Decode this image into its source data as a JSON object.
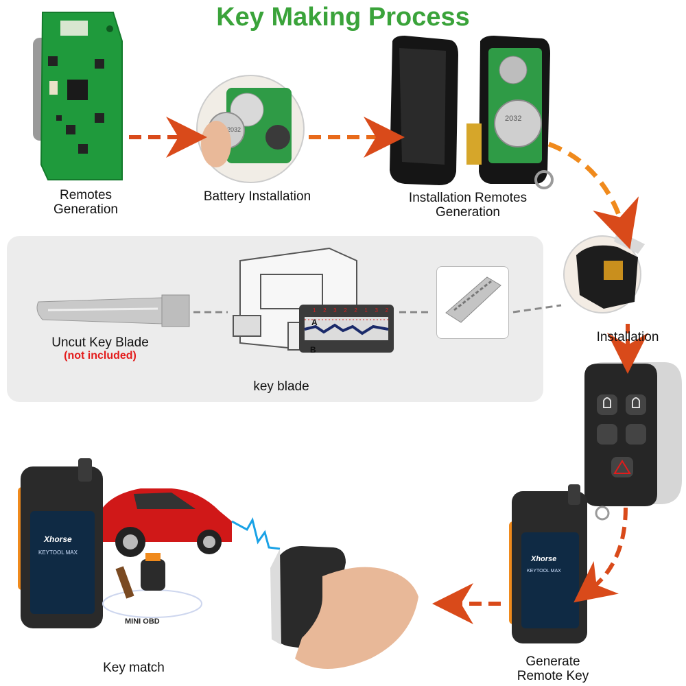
{
  "title": "Key Making Process",
  "steps": {
    "remotes_generation": [
      "Remotes",
      "Generation"
    ],
    "battery_installation": "Battery Installation",
    "installation_remotes_generation": [
      "Installation Remotes",
      "Generation"
    ],
    "installation": "Installation",
    "uncut_key_blade": "Uncut Key  Blade",
    "not_included": "(not included)",
    "key_blade": "key blade",
    "generate_remote_key": [
      "Generate",
      "Remote Key"
    ],
    "key_match": "Key match"
  },
  "device": {
    "brand": "Xhorse",
    "model": "KEYTOOL MAX",
    "adapter": "MINI OBD"
  },
  "blade_chart": {
    "row_a": "A",
    "row_b": "B",
    "column_numbers": [
      "1",
      "2",
      "3",
      "2",
      "2",
      "1",
      "3",
      "2"
    ]
  },
  "battery_marking": "2032",
  "colors": {
    "title": "#3aa33a",
    "arrow_red": "#d94a1a",
    "arrow_orange": "#f08a1c",
    "panel": "#ececec",
    "warning": "#e31b1b"
  }
}
